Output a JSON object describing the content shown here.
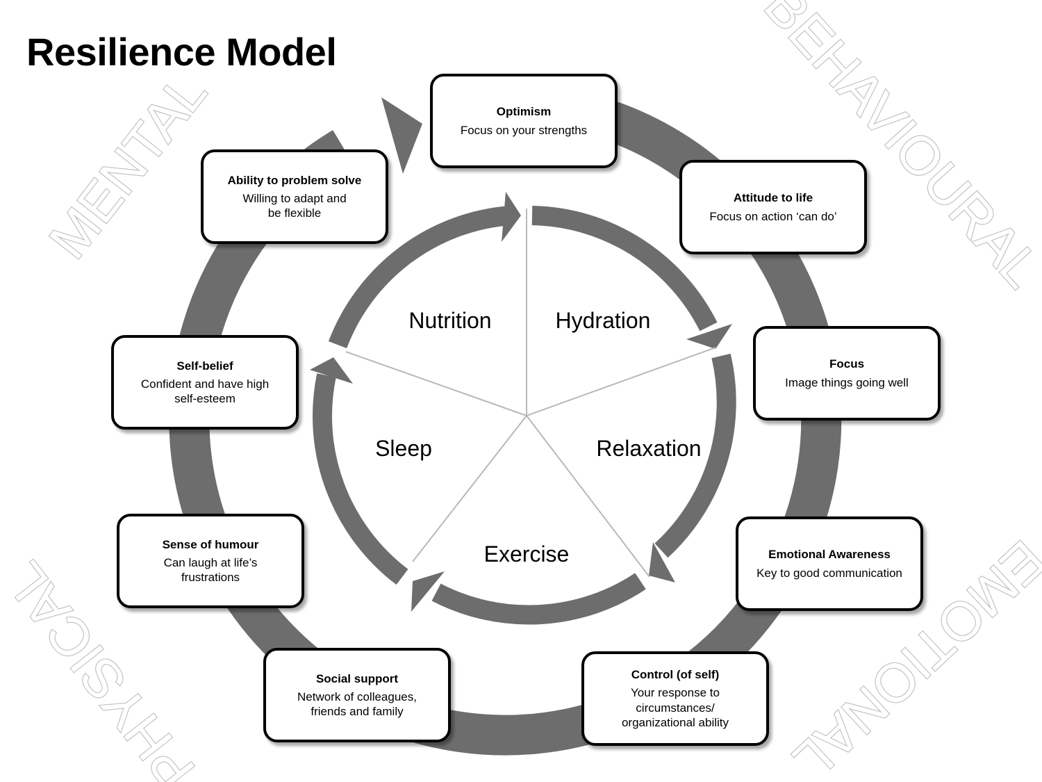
{
  "title": "Resilience Model",
  "colors": {
    "ring": "#6d6d6d",
    "quadrant_fill": "#ffffff",
    "quadrant_stroke": "#bdbdbd",
    "box_border": "#000000"
  },
  "quadrants": [
    {
      "id": "mental",
      "label": "MENTAL"
    },
    {
      "id": "behavioural",
      "label": "BEHAVIOURAL"
    },
    {
      "id": "emotional",
      "label": "EMOTIONAL"
    },
    {
      "id": "physical",
      "label": "PHYSICAL"
    }
  ],
  "inner_segments": [
    {
      "id": "nutrition",
      "label": "Nutrition"
    },
    {
      "id": "hydration",
      "label": "Hydration"
    },
    {
      "id": "relaxation",
      "label": "Relaxation"
    },
    {
      "id": "exercise",
      "label": "Exercise"
    },
    {
      "id": "sleep",
      "label": "Sleep"
    }
  ],
  "boxes": [
    {
      "id": "optimism",
      "heading": "Optimism",
      "text": "Focus on your strengths"
    },
    {
      "id": "attitude",
      "heading": "Attitude to life",
      "text": "Focus on action ‘can do’"
    },
    {
      "id": "focus",
      "heading": "Focus",
      "text": "Image things going well"
    },
    {
      "id": "emotional-awareness",
      "heading": "Emotional Awareness",
      "text": "Key to good communication"
    },
    {
      "id": "control",
      "heading": "Control (of self)",
      "text": "Your response to\ncircumstances/\norganizational ability"
    },
    {
      "id": "social-support",
      "heading": "Social support",
      "text": "Network of colleagues,\nfriends and family"
    },
    {
      "id": "humour",
      "heading": "Sense of humour",
      "text": "Can laugh at life’s\nfrustrations"
    },
    {
      "id": "self-belief",
      "heading": "Self-belief",
      "text": "Confident and have high\nself-esteem"
    },
    {
      "id": "problem-solve",
      "heading": "Ability to problem solve",
      "text": "Willing to adapt and\nbe flexible"
    }
  ]
}
